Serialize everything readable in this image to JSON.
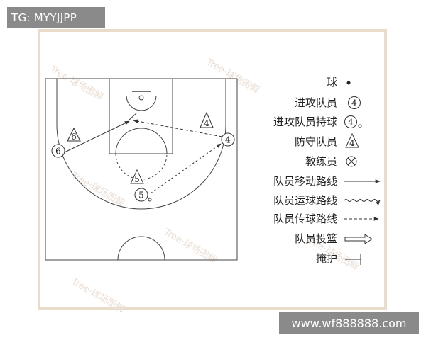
{
  "watermark_top_left": "TG: MYYJJPP",
  "watermark_bottom_right": "www.wf888888.com",
  "legend": [
    {
      "label": "球",
      "icon": "ball-icon"
    },
    {
      "label": "进攻队员",
      "icon": "offense-player-icon",
      "symbol": "4"
    },
    {
      "label": "进攻队员持球",
      "icon": "offense-player-with-ball-icon",
      "symbol": "4"
    },
    {
      "label": "防守队员",
      "icon": "defense-player-icon",
      "symbol": "4"
    },
    {
      "label": "教练员",
      "icon": "coach-icon"
    },
    {
      "label": "队员移动路线",
      "icon": "movement-line-icon"
    },
    {
      "label": "队员运球路线",
      "icon": "dribble-line-icon"
    },
    {
      "label": "队员传球路线",
      "icon": "pass-line-icon"
    },
    {
      "label": "队员投篮",
      "icon": "shot-arrow-icon"
    },
    {
      "label": "掩护",
      "icon": "screen-icon"
    }
  ],
  "players": {
    "offense_6": "6",
    "offense_4": "4",
    "offense_5": "5",
    "defense_6": "6",
    "defense_4": "4",
    "defense_5": "5"
  },
  "colors": {
    "frame": "#e9dccb",
    "lines": "#444444",
    "tag_bg": "#8a8a8a"
  }
}
